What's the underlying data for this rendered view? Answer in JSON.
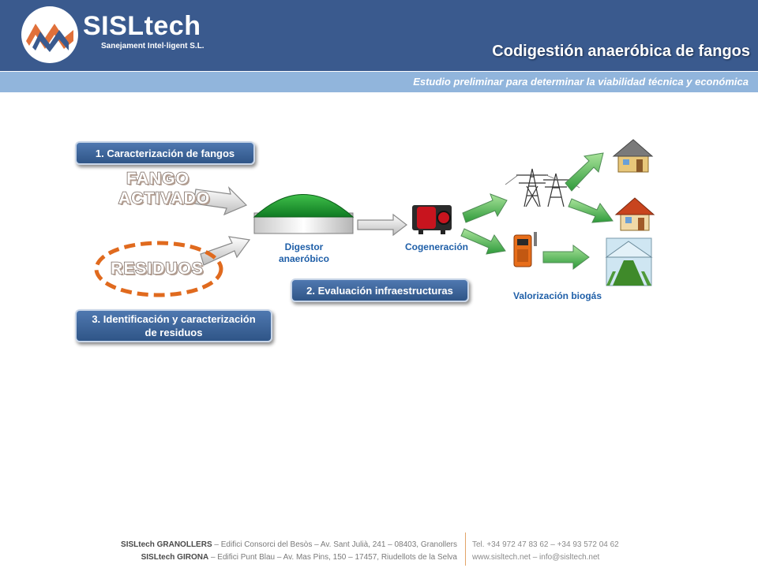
{
  "header": {
    "brand_name": "SISLtech",
    "brand_sub": "Sanejament Intel·ligent S.L.",
    "title": "Codigestión anaeróbica de fangos",
    "subtitle": "Estudio preliminar para determinar la viabilidad técnica y económica",
    "color_primary": "#3a5a8e",
    "color_secondary": "#91b5dc"
  },
  "steps": {
    "step1": "1. Caracterización de fangos",
    "step2": "2. Evaluación infraestructuras",
    "step3_line1": "3. Identificación y caracterización",
    "step3_line2": "de residuos"
  },
  "inputs": {
    "fango_line1": "FANGO",
    "fango_line2": "ACTIVADO",
    "residuos": "RESIDUOS"
  },
  "labels": {
    "digestor_line1": "Digestor",
    "digestor_line2": "anaeróbico",
    "cogeneracion": "Cogeneración",
    "valorizacion": "Valorización biogás"
  },
  "icons": [
    "logo-icon",
    "digester-icon",
    "generator-icon",
    "power-tower-icon",
    "boiler-icon",
    "house-icon",
    "house-icon",
    "greenhouse-icon",
    "arrow-icon"
  ],
  "footer": {
    "granollers_name": "SISLtech GRANOLLERS",
    "granollers_addr": " – Edifici Consorci del Besòs – Av. Sant Julià, 241 – 08403, Granollers",
    "girona_name": "SISLtech GIRONA",
    "girona_addr": " – Edifici Punt Blau – Av. Mas Pins, 150 – 17457, Riudellots de la Selva",
    "phones": "Tel. +34 972 47 83 62  –  +34 93 572 04 62",
    "web": "www.sisltech.net  –  info@sisltech.net"
  }
}
